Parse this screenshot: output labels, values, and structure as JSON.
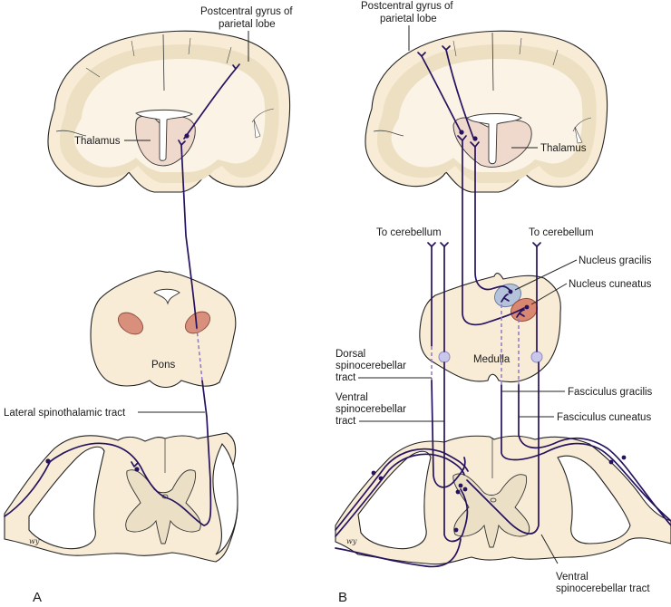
{
  "figure": {
    "panels": [
      {
        "id": "A",
        "label": "A",
        "labels": {
          "postcentral_line1": "Postcentral gyrus of",
          "postcentral_line2": "parietal lobe",
          "thalamus": "Thalamus",
          "pons": "Pons",
          "lateral_spinothalamic": "Lateral spinothalamic tract"
        }
      },
      {
        "id": "B",
        "label": "B",
        "labels": {
          "postcentral_line1": "Postcentral gyrus of",
          "postcentral_line2": "parietal lobe",
          "thalamus": "Thalamus",
          "to_cerebellum_left": "To cerebellum",
          "to_cerebellum_right": "To cerebellum",
          "nucleus_gracilis": "Nucleus gracilis",
          "nucleus_cuneatus": "Nucleus cuneatus",
          "medulla": "Medulla",
          "dorsal_sc_line1": "Dorsal",
          "dorsal_sc_line2": "spinocerebellar",
          "dorsal_sc_line3": "tract",
          "ventral_sc_line1": "Ventral",
          "ventral_sc_line2": "spinocerebellar",
          "ventral_sc_line3": "tract",
          "fasciculus_gracilis": "Fasciculus gracilis",
          "fasciculus_cuneatus": "Fasciculus cuneatus",
          "ventral_sc_bottom_line1": "Ventral",
          "ventral_sc_bottom_line2": "spinocerebellar tract"
        }
      }
    ],
    "artist_signature": "wy",
    "colors": {
      "tract": "#26125e",
      "tissue": "#f8ecd6",
      "cortex": "#ede0c2",
      "thalamus": "#efd8cc",
      "nucleus_gracilis": "#b5c3da",
      "nucleus_cuneatus": "#d88770",
      "pons_nucleus": "#d88f7c",
      "dashed_tract": "#8f78c4"
    }
  }
}
